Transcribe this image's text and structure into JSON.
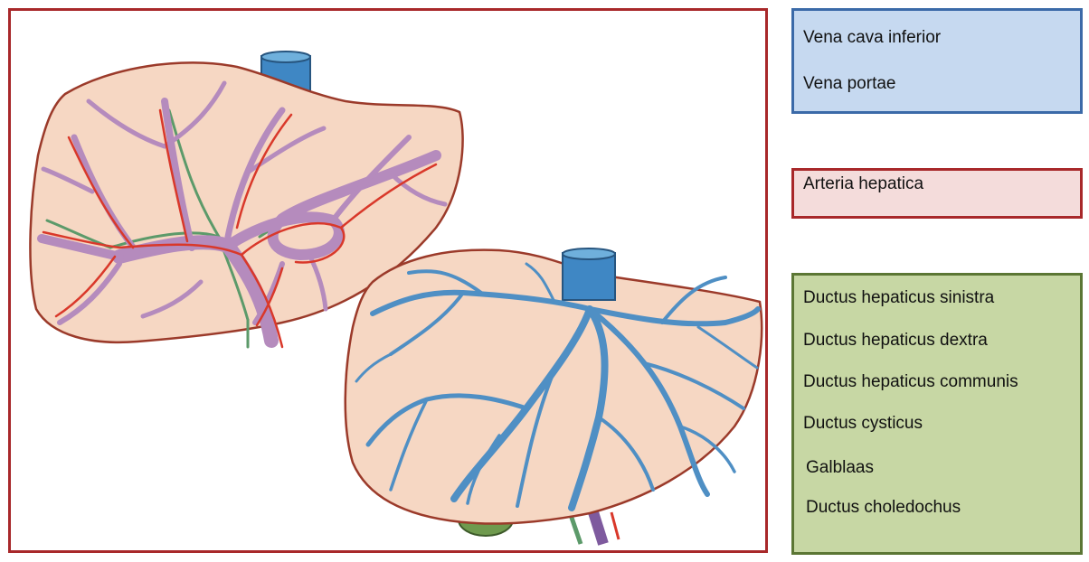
{
  "legend": {
    "blood_vessels": {
      "vena_cava_inferior": "Vena cava inferior",
      "vena_portae": "Vena portae"
    },
    "artery": {
      "arteria_hepatica": "Arteria hepatica"
    },
    "bile_ducts": {
      "ductus_hepaticus_sinistra": "Ductus hepaticus sinistra",
      "ductus_hepaticus_dextra": "Ductus hepaticus dextra",
      "ductus_hepaticus_communis": "Ductus hepaticus communis",
      "ductus_cysticus": "Ductus cysticus",
      "galblaas": "Galblaas",
      "ductus_choledochus": "Ductus choledochus"
    }
  },
  "colors": {
    "frame_border": "#a8282a",
    "blue_box_fill": "#c6d9f0",
    "blue_box_border": "#3b6aa8",
    "red_box_fill": "#f4dcdb",
    "red_box_border": "#a8282a",
    "green_box_fill": "#c7d7a4",
    "green_box_border": "#5b7634",
    "liver_tissue": "#f6d7c3",
    "portal_vein": "#b58bbd",
    "hepatic_artery": "#d9382a",
    "bile_duct": "#4f8fc4",
    "vena_cava": "#3f87c4",
    "gallbladder": "#6f9a4e"
  }
}
